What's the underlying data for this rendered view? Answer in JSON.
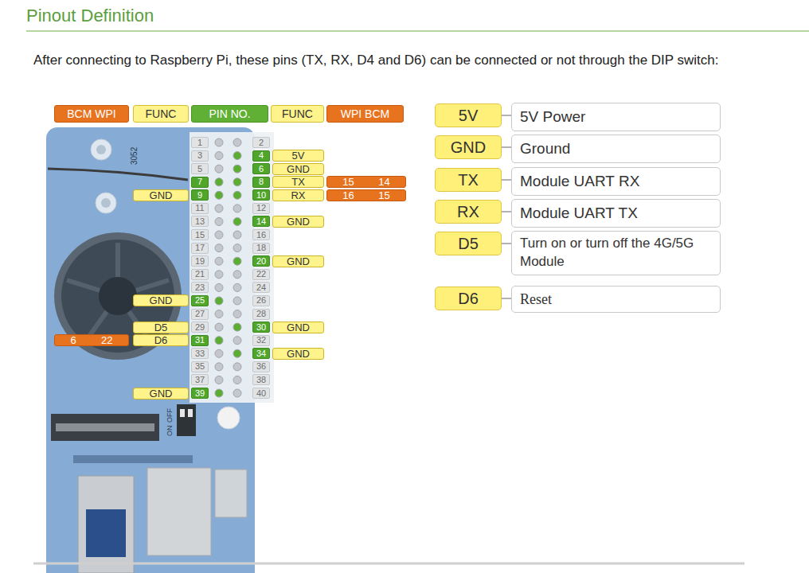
{
  "diagram": {
    "title": "Pinout Definition",
    "nodes": [
      {
        "text": [
          "BCM WPI"
        ]
      },
      {
        "text": [
          "FUNC"
        ]
      },
      {
        "text": [
          "PIN NO."
        ]
      },
      {
        "text": [
          "FUNC"
        ]
      },
      {
        "text": [
          "WPI BCM"
        ]
      },
      {
        "text": [
          "1"
        ]
      },
      {
        "text": [
          "2"
        ]
      },
      {
        "text": [
          "3"
        ]
      },
      {
        "text": [
          "4"
        ]
      },
      {
        "text": [
          "5"
        ]
      },
      {
        "text": [
          "6"
        ]
      },
      {
        "text": [
          "7"
        ]
      },
      {
        "text": [
          "8"
        ]
      },
      {
        "text": [
          "9"
        ]
      },
      {
        "text": [
          "10"
        ]
      },
      {
        "text": [
          "11"
        ]
      },
      {
        "text": [
          "12"
        ]
      },
      {
        "text": [
          "13"
        ]
      },
      {
        "text": [
          "14"
        ]
      },
      {
        "text": [
          "15"
        ]
      },
      {
        "text": [
          "16"
        ]
      },
      {
        "text": [
          "17"
        ]
      },
      {
        "text": [
          "18"
        ]
      },
      {
        "text": [
          "19"
        ]
      },
      {
        "text": [
          "20"
        ]
      },
      {
        "text": [
          "21"
        ]
      },
      {
        "text": [
          "22"
        ]
      },
      {
        "text": [
          "23"
        ]
      },
      {
        "text": [
          "24"
        ]
      },
      {
        "text": [
          "25"
        ]
      },
      {
        "text": [
          "26"
        ]
      },
      {
        "text": [
          "27"
        ]
      },
      {
        "text": [
          "28"
        ]
      },
      {
        "text": [
          "29"
        ]
      },
      {
        "text": [
          "30"
        ]
      },
      {
        "text": [
          "31"
        ]
      },
      {
        "text": [
          "32"
        ]
      },
      {
        "text": [
          "33"
        ]
      },
      {
        "text": [
          "34"
        ]
      },
      {
        "text": [
          "35"
        ]
      },
      {
        "text": [
          "36"
        ]
      },
      {
        "text": [
          "37"
        ]
      },
      {
        "text": [
          "38"
        ]
      },
      {
        "text": [
          "39"
        ]
      },
      {
        "text": [
          "40"
        ]
      },
      {
        "text": [
          "5V"
        ]
      },
      {
        "text": [
          "GND"
        ]
      },
      {
        "text": [
          "TX"
        ]
      },
      {
        "text": [
          "15",
          "14"
        ]
      },
      {
        "text": [
          "GND"
        ]
      },
      {
        "text": [
          "RX"
        ]
      },
      {
        "text": [
          "16",
          "15"
        ]
      },
      {
        "text": [
          "GND"
        ]
      },
      {
        "text": [
          "GND"
        ]
      },
      {
        "text": [
          "GND"
        ]
      },
      {
        "text": [
          "D5"
        ]
      },
      {
        "text": [
          "GND"
        ]
      },
      {
        "text": [
          "6",
          "22"
        ]
      },
      {
        "text": [
          "D6"
        ]
      },
      {
        "text": [
          "GND"
        ]
      },
      {
        "text": [
          "GND"
        ]
      },
      {
        "text": [
          "5V"
        ]
      },
      {
        "text": [
          "5V Power"
        ]
      },
      {
        "text": [
          "GND"
        ]
      },
      {
        "text": [
          "Ground"
        ]
      },
      {
        "text": [
          "TX"
        ]
      },
      {
        "text": [
          "Module UART RX"
        ]
      },
      {
        "text": [
          "RX"
        ]
      },
      {
        "text": [
          "Module UART TX"
        ]
      },
      {
        "text": [
          "D5"
        ]
      },
      {
        "text": [
          "Turn on or turn off the 4G/5G Module"
        ]
      },
      {
        "text": [
          "D6"
        ]
      },
      {
        "text": [
          "Reset"
        ]
      }
    ],
    "edges": [
      {
        "from": 61,
        "to": 62,
        "arrow": "none"
      },
      {
        "from": 63,
        "to": 64,
        "arrow": "none"
      },
      {
        "from": 65,
        "to": 66,
        "arrow": "none"
      },
      {
        "from": 67,
        "to": 68,
        "arrow": "none"
      },
      {
        "from": 69,
        "to": 70,
        "arrow": "none"
      },
      {
        "from": 71,
        "to": 72,
        "arrow": "none"
      }
    ],
    "labels": [
      "After connecting to Raspberry Pi, these pins (TX, RX, D4 and D6) can be connected or not through the DIP switch:",
      "3052",
      "ON",
      "OFF"
    ]
  }
}
